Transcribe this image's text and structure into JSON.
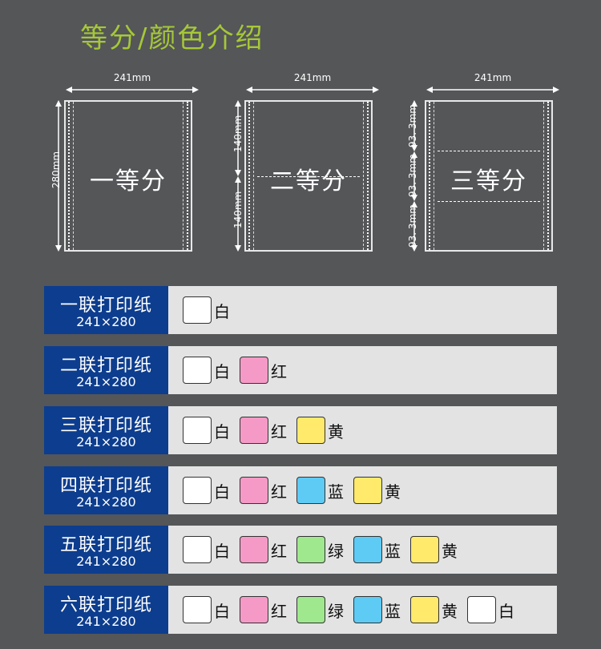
{
  "title": "等分/颜色介绍",
  "diagrams": [
    {
      "width_label": "241mm",
      "height_label": "280mm",
      "center_label": "一等分",
      "parts": []
    },
    {
      "width_label": "241mm",
      "height_label": "",
      "center_label": "二等分",
      "parts": [
        "140mm",
        "140mm"
      ]
    },
    {
      "width_label": "241mm",
      "height_label": "",
      "center_label": "三等分",
      "parts": [
        "93. 3mm",
        "93. 3mm",
        "93. 3mm"
      ]
    }
  ],
  "colors": {
    "白": "#ffffff",
    "红": "#f59ac6",
    "黄": "#ffea6b",
    "蓝": "#5ecbf5",
    "绿": "#9fe88e"
  },
  "rows": [
    {
      "name": "一联打印纸",
      "size": "241×280",
      "swatches": [
        "白"
      ]
    },
    {
      "name": "二联打印纸",
      "size": "241×280",
      "swatches": [
        "白",
        "红"
      ]
    },
    {
      "name": "三联打印纸",
      "size": "241×280",
      "swatches": [
        "白",
        "红",
        "黄"
      ]
    },
    {
      "name": "四联打印纸",
      "size": "241×280",
      "swatches": [
        "白",
        "红",
        "蓝",
        "黄"
      ]
    },
    {
      "name": "五联打印纸",
      "size": "241×280",
      "swatches": [
        "白",
        "红",
        "绿",
        "蓝",
        "黄"
      ]
    },
    {
      "name": "六联打印纸",
      "size": "241×280",
      "swatches": [
        "白",
        "红",
        "绿",
        "蓝",
        "黄",
        "白"
      ]
    }
  ]
}
